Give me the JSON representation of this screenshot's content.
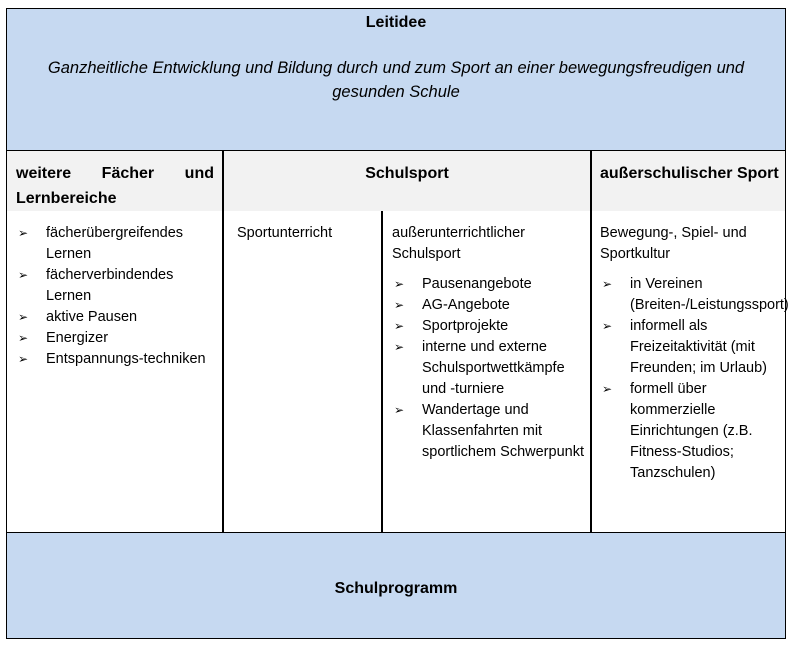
{
  "header": {
    "title": "Leitidee",
    "subtitle": "Ganzheitliche Entwicklung und Bildung durch und zum Sport an einer bewegungsfreudigen und gesunden Schule"
  },
  "columns": {
    "left": {
      "heading": "weitere Fächer und Lernbereiche",
      "items": [
        "fächerübergreifendes Lernen",
        "fächerverbindendes Lernen",
        "aktive Pausen",
        "Energizer",
        "Entspannungs-techniken"
      ]
    },
    "middle": {
      "heading": "Schulsport",
      "sub1": {
        "title": "Sportunterricht"
      },
      "sub2": {
        "title": "außerunterrichtlicher Schulsport",
        "items": [
          "Pausenangebote",
          "AG-Angebote",
          "Sportprojekte",
          "interne und externe Schulsportwettkämpfe und -turniere",
          "Wandertage und Klassenfahrten mit sportlichem Schwerpunkt"
        ]
      }
    },
    "right": {
      "heading": "außerschulischer Sport",
      "intro": "Bewegung-, Spiel- und Sportkultur",
      "items": [
        "in Vereinen (Breiten-/Leistungssport)",
        "informell als Freizeitaktivität (mit Freunden; im Urlaub)",
        "formell über kommerzielle Einrichtungen (z.B. Fitness-Studios; Tanzschulen)"
      ]
    }
  },
  "footer": {
    "title": "Schulprogramm"
  },
  "colors": {
    "blue": "#c6d9f1",
    "arrow": "#c0504d",
    "arrow_border": "#8c3836",
    "header_bg": "#f2f2f2"
  }
}
